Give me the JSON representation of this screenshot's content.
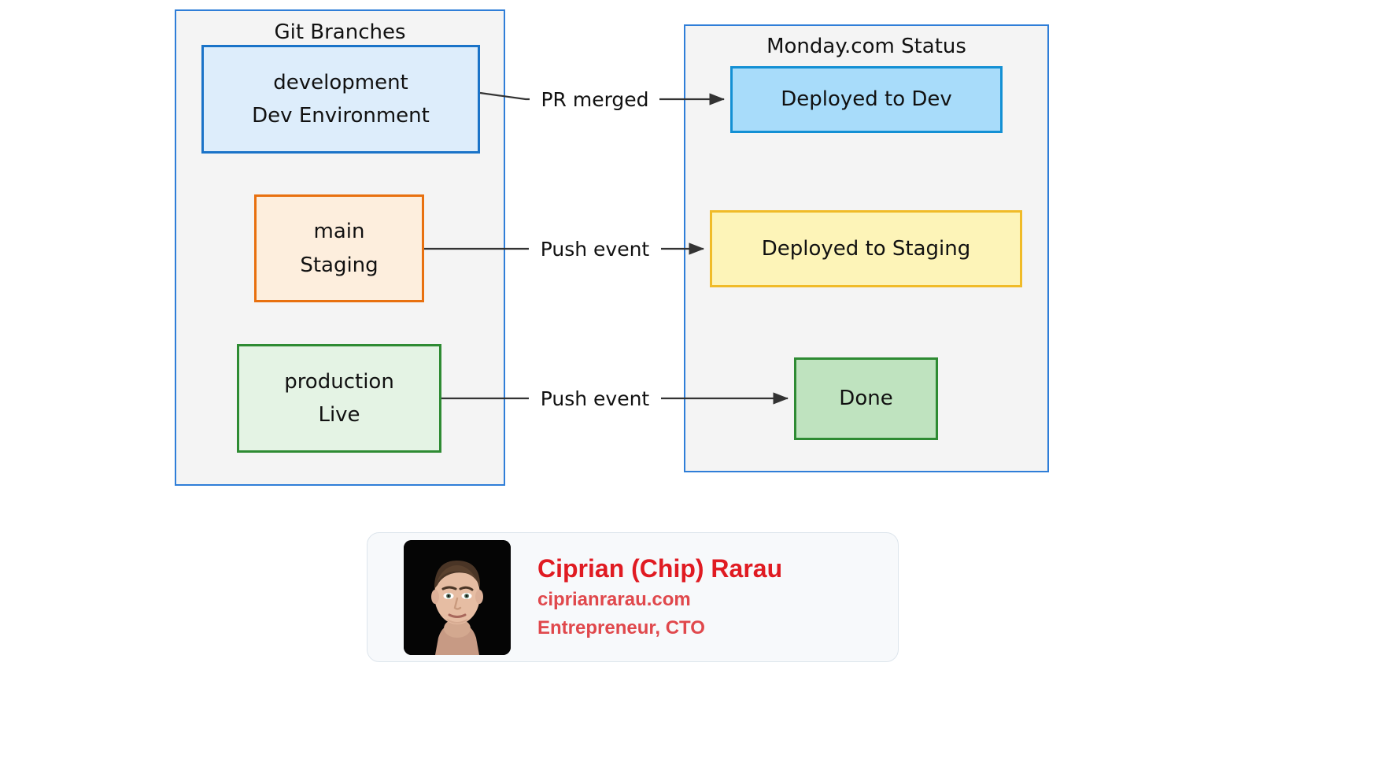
{
  "diagram": {
    "groups": [
      {
        "id": "git-branches",
        "title": "Git Branches"
      },
      {
        "id": "monday-status",
        "title": "Monday.com Status"
      }
    ],
    "branch_nodes": [
      {
        "id": "development",
        "name": "development",
        "env": "Dev Environment",
        "border_color": "#1a73c8",
        "fill_color": "#ddedfb"
      },
      {
        "id": "main",
        "name": "main",
        "env": "Staging",
        "border_color": "#e8700f",
        "fill_color": "#fdeedd"
      },
      {
        "id": "production",
        "name": "production",
        "env": "Live",
        "border_color": "#2e8b33",
        "fill_color": "#e4f3e4"
      }
    ],
    "status_nodes": [
      {
        "id": "deployed-to-dev",
        "label": "Deployed to Dev",
        "border_color": "#1390d4",
        "fill_color": "#a8dcfa"
      },
      {
        "id": "deployed-to-staging",
        "label": "Deployed to Staging",
        "border_color": "#f0bb28",
        "fill_color": "#fdf4b8"
      },
      {
        "id": "done",
        "label": "Done",
        "border_color": "#2e8b33",
        "fill_color": "#bfe3bf"
      }
    ],
    "edges": [
      {
        "id": "edge-pr-merged",
        "label": "PR merged",
        "from": "development",
        "to": "deployed-to-dev"
      },
      {
        "id": "edge-push-staging",
        "label": "Push event",
        "from": "main",
        "to": "deployed-to-staging"
      },
      {
        "id": "edge-push-done",
        "label": "Push event",
        "from": "production",
        "to": "done"
      }
    ],
    "container_border_color": "#2f7ed8",
    "container_fill_color": "#f4f4f4",
    "edge_color": "#333333"
  },
  "business_card": {
    "name": "Ciprian (Chip) Rarau",
    "website": "ciprianrarau.com",
    "role": "Entrepreneur, CTO",
    "name_color": "#e01b22",
    "accent_color": "#e0484c",
    "photo_alt": "portrait-photo"
  }
}
